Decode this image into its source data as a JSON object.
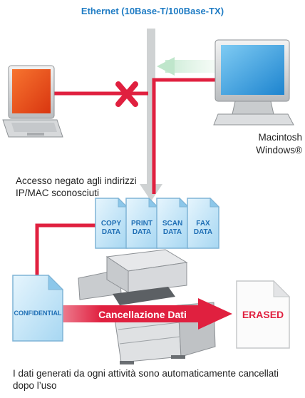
{
  "title": "Ethernet (10Base-T/100Base-TX)",
  "denied_caption": "Accesso negato agli indirizzi IP/MAC sconosciuti",
  "client_caption": [
    "Macintosh",
    "Windows®"
  ],
  "data_files": [
    [
      "COPY",
      "DATA"
    ],
    [
      "PRINT",
      "DATA"
    ],
    [
      "SCAN",
      "DATA"
    ],
    [
      "FAX",
      "DATA"
    ]
  ],
  "confidential_label": "CONFIDENTIAL",
  "erase_label": "Cancellazione Dati",
  "erased_label": "ERASED",
  "footer": "I dati generati da ogni attività sono automaticamente cancellati dopo l’uso",
  "colors": {
    "title": "#1f7cc4",
    "line": "#e0203f",
    "ethernet": "#cfd2d3",
    "doc_blue": "#bfe3f6",
    "doc_text": "#1f6fb5",
    "screen": "#f04a18",
    "mac_screen": "#3fa9e6",
    "erased": "#e0203f"
  },
  "icons": [
    "laptop-icon",
    "monitor-icon",
    "x-icon",
    "printer-icon",
    "document-icon"
  ]
}
